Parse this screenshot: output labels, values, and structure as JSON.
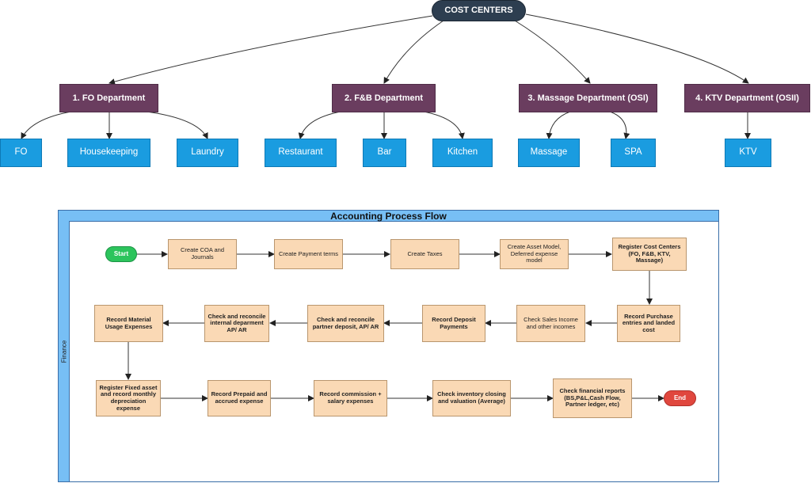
{
  "cost_centers": {
    "root": "COST CENTERS",
    "departments": [
      {
        "label": "1. FO Department",
        "children": [
          "FO",
          "Housekeeping",
          "Laundry"
        ]
      },
      {
        "label": "2. F&B Department",
        "children": [
          "Restaurant",
          "Bar",
          "Kitchen"
        ]
      },
      {
        "label": "3. Massage Department (OSI)",
        "children": [
          "Massage",
          "SPA"
        ]
      },
      {
        "label": "4. KTV Department (OSII)",
        "children": [
          "KTV"
        ]
      }
    ]
  },
  "flow": {
    "title": "Accounting Process Flow",
    "lane": "Finance",
    "start": "Start",
    "end": "End",
    "steps": [
      "Create COA and Journals",
      "Create Payment terms",
      "Create Taxes",
      "Create Asset Model, Deferred expense model",
      "Register Cost Centers (FO, F&B, KTV, Massage)",
      "Record Purchase entries and landed cost",
      "Check Sales Income and other incomes",
      "Record Deposit Payments",
      "Check and reconcile partner deposit, AP/ AR",
      "Check and reconcile internal deparment AP/ AR",
      "Record Material Usage Expenses",
      "Register Fixed asset and record monthly depreciation expense",
      "Record Prepaid and accrued expense",
      "Record commission + salary expenses",
      "Check inventory closing and valuation (Average)",
      "Check financial reports (BS,P&L,Cash Flow, Partner ledger, etc)"
    ]
  }
}
